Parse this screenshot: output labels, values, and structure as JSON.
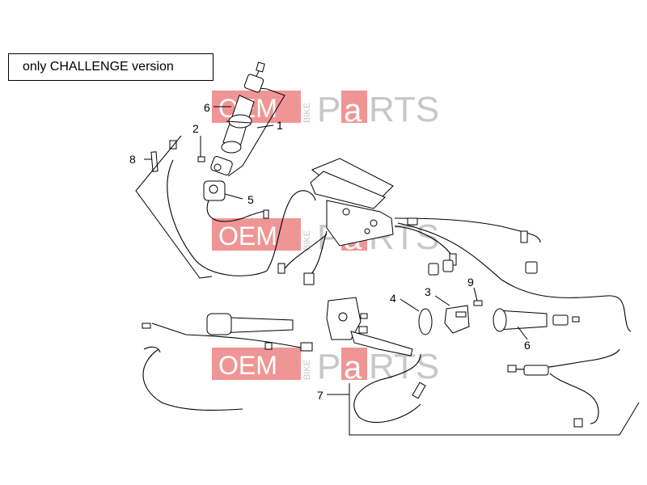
{
  "header": {
    "title": "only CHALLENGE version"
  },
  "watermark": {
    "oem": "OEM",
    "bike": "BIKE",
    "parts_p": "P",
    "parts_a": "a",
    "parts_rts": "RTS"
  },
  "callouts": {
    "c1": "1",
    "c2": "2",
    "c3": "3",
    "c4": "4",
    "c5": "5",
    "c6a": "6",
    "c6b": "6",
    "c7": "7",
    "c8": "8",
    "c9": "9"
  },
  "colors": {
    "watermark_red": "#e4403f",
    "watermark_grey": "#9a9a9a",
    "line": "#000000"
  }
}
